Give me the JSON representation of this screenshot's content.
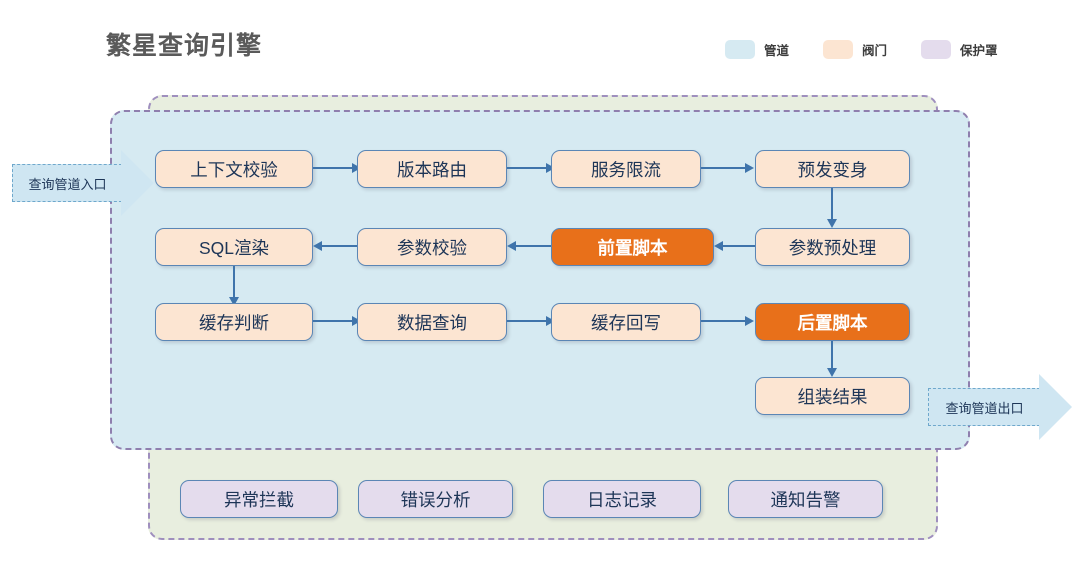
{
  "title": "繁星查询引擎",
  "legend": {
    "items": [
      {
        "label": "管道",
        "color": "#d6eaf2"
      },
      {
        "label": "阀门",
        "color": "#fce5d2"
      },
      {
        "label": "保护罩",
        "color": "#e4dced"
      }
    ]
  },
  "entry": {
    "label": "查询管道入口"
  },
  "exit": {
    "label": "查询管道出口"
  },
  "pipeline": {
    "row1": [
      {
        "label": "上下文校验",
        "state": "valve"
      },
      {
        "label": "版本路由",
        "state": "valve"
      },
      {
        "label": "服务限流",
        "state": "valve"
      },
      {
        "label": "预发变身",
        "state": "valve"
      }
    ],
    "row2": [
      {
        "label": "SQL渲染",
        "state": "valve"
      },
      {
        "label": "参数校验",
        "state": "valve"
      },
      {
        "label": "前置脚本",
        "state": "active"
      },
      {
        "label": "参数预处理",
        "state": "valve"
      }
    ],
    "row3": [
      {
        "label": "缓存判断",
        "state": "valve"
      },
      {
        "label": "数据查询",
        "state": "valve"
      },
      {
        "label": "缓存回写",
        "state": "valve"
      },
      {
        "label": "后置脚本",
        "state": "active"
      }
    ],
    "row4": [
      {
        "label": "组装结果",
        "state": "valve"
      }
    ]
  },
  "guard": {
    "items": [
      {
        "label": "异常拦截"
      },
      {
        "label": "错误分析"
      },
      {
        "label": "日志记录"
      },
      {
        "label": "通知告警"
      }
    ]
  },
  "colors": {
    "pipe_fill": "#d6eaf2",
    "guard_fill": "#e8eedf",
    "valve_fill": "#fce5d2",
    "active_fill": "#e8701a",
    "guard_node_fill": "#e4dced",
    "connector": "#3f74ab",
    "node_border": "#5b86b5",
    "title_text": "#5a5a5a"
  }
}
